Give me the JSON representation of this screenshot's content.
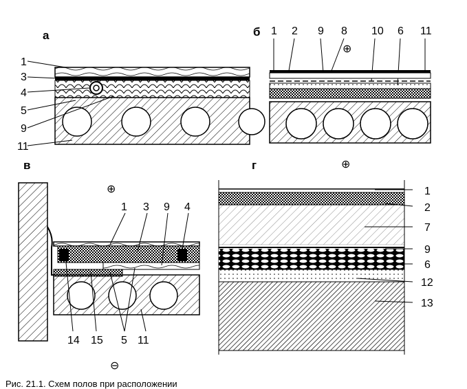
{
  "panels": {
    "a": {
      "letter": "а",
      "labels": [
        "1",
        "3",
        "4",
        "5",
        "9",
        "11"
      ]
    },
    "b": {
      "letter": "б",
      "labels": [
        "1",
        "2",
        "9",
        "8",
        "10",
        "6",
        "11"
      ],
      "sign": "⊕"
    },
    "v": {
      "letter": "в",
      "labels": [
        "1",
        "3",
        "9",
        "4",
        "14",
        "15",
        "5",
        "11"
      ],
      "sign_top": "⊕",
      "sign_bottom": "⊖"
    },
    "g": {
      "letter": "г",
      "labels": [
        "1",
        "2",
        "7",
        "9",
        "6",
        "12",
        "13"
      ]
    }
  },
  "caption": "Рис. 21.1. Схем полов при расположении"
}
